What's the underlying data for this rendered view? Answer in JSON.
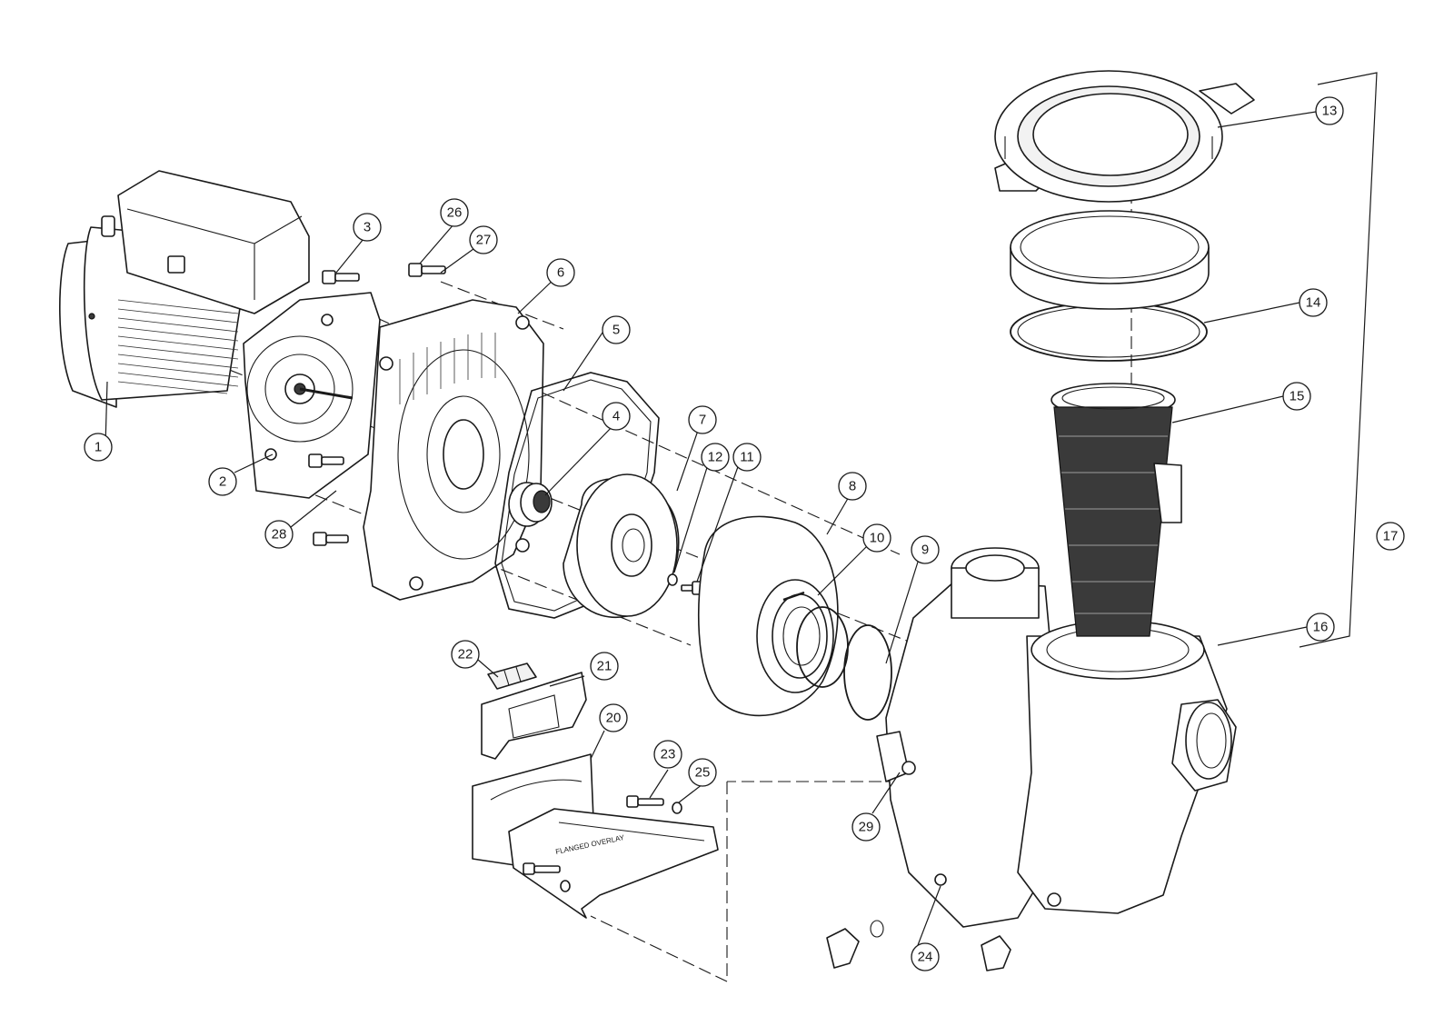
{
  "callouts": [
    {
      "id": "c1",
      "label": "1"
    },
    {
      "id": "c2",
      "label": "2"
    },
    {
      "id": "c3",
      "label": "3"
    },
    {
      "id": "c4",
      "label": "4"
    },
    {
      "id": "c5",
      "label": "5"
    },
    {
      "id": "c6",
      "label": "6"
    },
    {
      "id": "c7",
      "label": "7"
    },
    {
      "id": "c8",
      "label": "8"
    },
    {
      "id": "c9",
      "label": "9"
    },
    {
      "id": "c10",
      "label": "10"
    },
    {
      "id": "c11",
      "label": "11"
    },
    {
      "id": "c12",
      "label": "12"
    },
    {
      "id": "c13",
      "label": "13"
    },
    {
      "id": "c14",
      "label": "14"
    },
    {
      "id": "c15",
      "label": "15"
    },
    {
      "id": "c16",
      "label": "16"
    },
    {
      "id": "c17",
      "label": "17"
    },
    {
      "id": "c20",
      "label": "20"
    },
    {
      "id": "c21",
      "label": "21"
    },
    {
      "id": "c22",
      "label": "22"
    },
    {
      "id": "c23",
      "label": "23"
    },
    {
      "id": "c24",
      "label": "24"
    },
    {
      "id": "c25",
      "label": "25"
    },
    {
      "id": "c26",
      "label": "26"
    },
    {
      "id": "c27",
      "label": "27"
    },
    {
      "id": "c28",
      "label": "28"
    },
    {
      "id": "c29",
      "label": "29"
    }
  ],
  "colors": {
    "line": "#1a1a1a",
    "background": "#ffffff",
    "basket_fill": "#3a3a3a"
  }
}
